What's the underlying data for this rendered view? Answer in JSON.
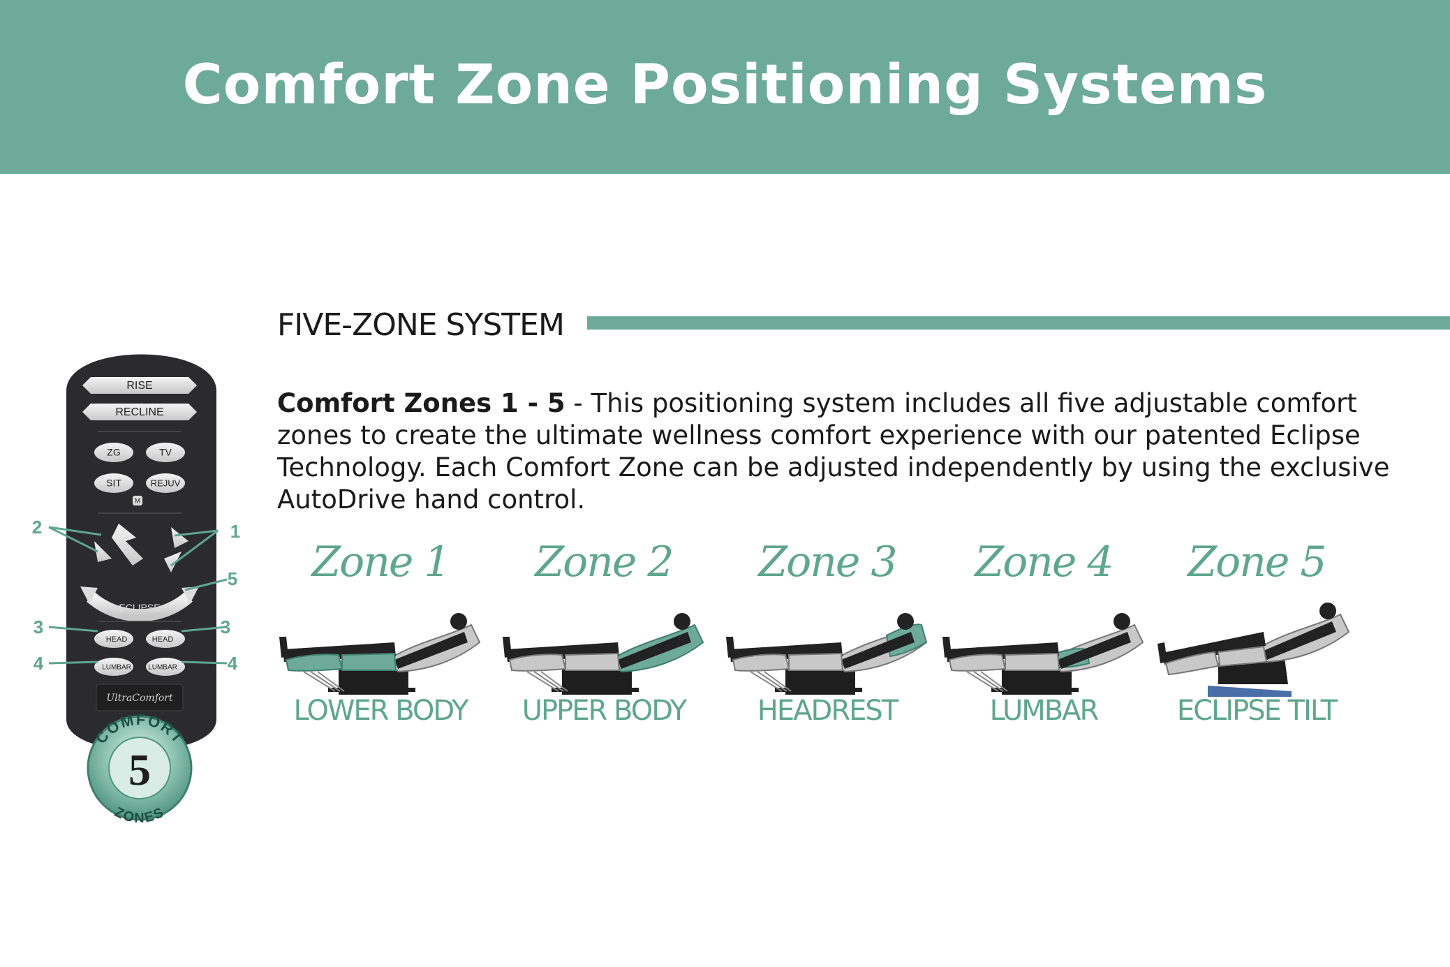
{
  "header": {
    "title": "Comfort Zone Positioning Systems"
  },
  "section": {
    "heading": "FIVE-ZONE SYSTEM",
    "lead": "Comfort Zones 1 - 5",
    "body": " - This positioning system includes all five adjustable comfort zones to create the ultimate wellness comfort experience with our patented Eclipse Technology. Each Comfort Zone can be adjusted independently by using the exclusive AutoDrive hand control."
  },
  "remote": {
    "buttons": {
      "rise": "RISE",
      "recline": "RECLINE",
      "zg": "ZG",
      "tv": "TV",
      "sit": "SIT",
      "rejuv": "REJUV",
      "m": "M",
      "eclipse": "ECLIPSE",
      "head_left": "HEAD",
      "head_right": "HEAD",
      "lumbar_left": "LUMBAR",
      "lumbar_right": "LUMBAR"
    },
    "callouts": {
      "two": "2",
      "one": "1",
      "five": "5",
      "three_left": "3",
      "three_right": "3",
      "four_left": "4",
      "four_right": "4"
    },
    "brand": "UltraComfort",
    "badge": {
      "top": "COMFORT",
      "number": "5",
      "bottom": "ZONES"
    }
  },
  "zones": [
    {
      "title": "Zone 1",
      "label": "LOWER BODY",
      "highlight": "lower-body"
    },
    {
      "title": "Zone 2",
      "label": "UPPER BODY",
      "highlight": "upper-body"
    },
    {
      "title": "Zone 3",
      "label": "HEADREST",
      "highlight": "headrest"
    },
    {
      "title": "Zone 4",
      "label": "LUMBAR",
      "highlight": "lumbar"
    },
    {
      "title": "Zone 5",
      "label": "ECLIPSE TILT",
      "highlight": "tilt"
    }
  ],
  "colors": {
    "brand_green": "#6daa99",
    "zone_green": "#5fa68f",
    "remote_body": "#2b2b2d",
    "tilt_blue": "#4a6fa8"
  }
}
